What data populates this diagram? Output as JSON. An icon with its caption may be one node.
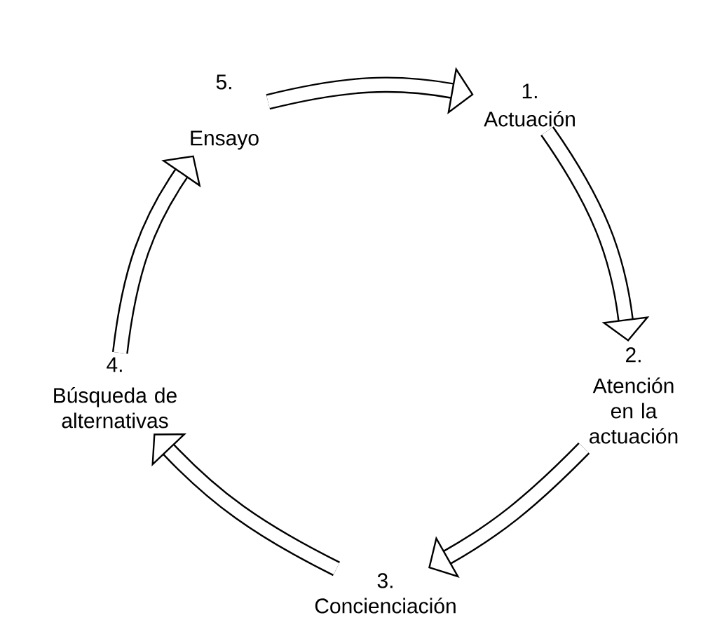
{
  "diagram": {
    "nodes": [
      {
        "text": [
          "1.",
          "Actuación"
        ]
      },
      {
        "text": [
          "2.",
          "Atención en la actuación"
        ]
      },
      {
        "text": [
          "3.",
          "Concienciación"
        ]
      },
      {
        "text": [
          "4.",
          "Búsqueda de alternativas"
        ]
      },
      {
        "text": [
          "5.",
          "Ensayo"
        ]
      }
    ],
    "edges": [
      {
        "from": 4,
        "to": 0,
        "arrow": "to"
      },
      {
        "from": 0,
        "to": 1,
        "arrow": "to"
      },
      {
        "from": 1,
        "to": 2,
        "arrow": "to"
      },
      {
        "from": 2,
        "to": 3,
        "arrow": "to"
      },
      {
        "from": 3,
        "to": 4,
        "arrow": "to"
      }
    ]
  }
}
